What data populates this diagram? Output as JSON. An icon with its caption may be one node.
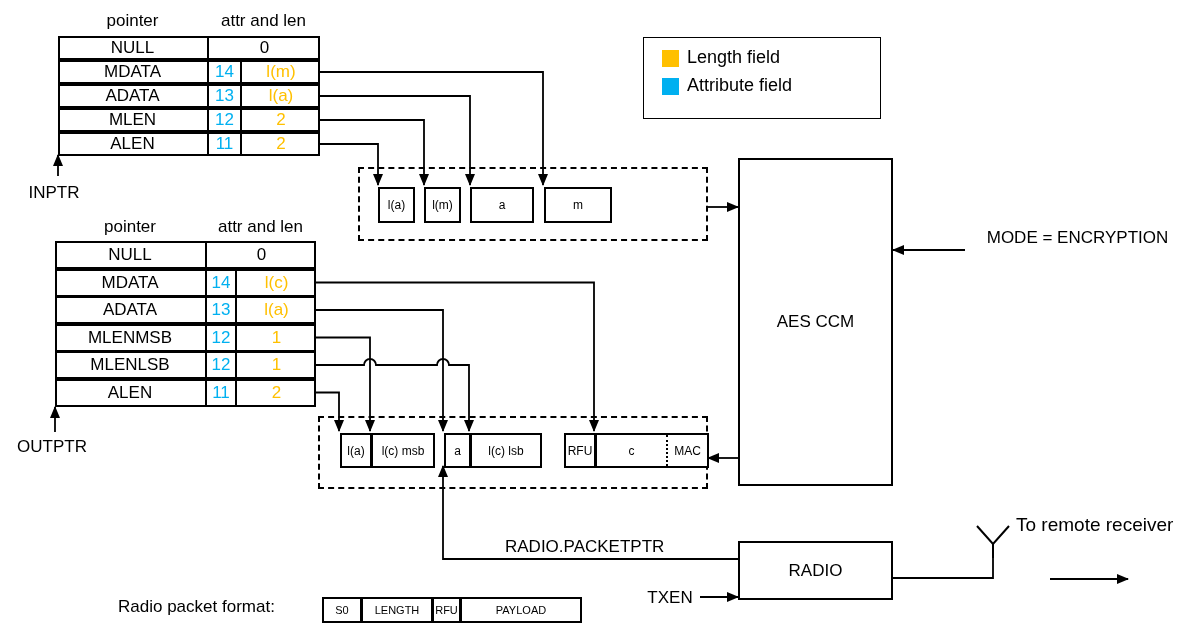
{
  "diagram": {
    "nodes": [
      {
        "text": [
          "pointer",
          "attr and len"
        ]
      },
      {
        "text": [
          "NULL",
          "0"
        ],
        "in": 0
      },
      {
        "text": [
          "MDATA",
          "14",
          "l(m)"
        ],
        "in": 0
      },
      {
        "text": [
          "ADATA",
          "13",
          "l(a)"
        ],
        "in": 0
      },
      {
        "text": [
          "MLEN",
          "12",
          "2"
        ],
        "in": 0
      },
      {
        "text": [
          "ALEN",
          "11",
          "2"
        ],
        "in": 0
      },
      {
        "text": [
          "INPTR"
        ]
      },
      {
        "text": [],
        "shape": "box"
      },
      {
        "text": [
          "l(a)"
        ],
        "in": 7
      },
      {
        "text": [
          "l(m)"
        ],
        "in": 7
      },
      {
        "text": [
          "a"
        ],
        "in": 7
      },
      {
        "text": [
          "m"
        ],
        "in": 7
      },
      {
        "text": [
          "pointer",
          "attr and len"
        ]
      },
      {
        "text": [
          "NULL",
          "0"
        ],
        "in": 12
      },
      {
        "text": [
          "MDATA",
          "14",
          "l(c)"
        ],
        "in": 12
      },
      {
        "text": [
          "ADATA",
          "13",
          "l(a)"
        ],
        "in": 12
      },
      {
        "text": [
          "MLENMSB",
          "12",
          "1"
        ],
        "in": 12
      },
      {
        "text": [
          "MLENLSB",
          "12",
          "1"
        ],
        "in": 12
      },
      {
        "text": [
          "ALEN",
          "11",
          "2"
        ],
        "in": 12
      },
      {
        "text": [
          "OUTPTR"
        ]
      },
      {
        "text": [],
        "shape": "box"
      },
      {
        "text": [
          "l(a)"
        ],
        "in": 20
      },
      {
        "text": [
          "l(c) msb"
        ],
        "in": 20
      },
      {
        "text": [
          "a"
        ],
        "in": 20
      },
      {
        "text": [
          "l(c) lsb"
        ],
        "in": 20
      },
      {
        "text": [
          "RFU"
        ],
        "in": 20
      },
      {
        "text": [
          "c",
          "MAC"
        ],
        "in": 20
      },
      {
        "text": [
          "AES CCM"
        ]
      },
      {
        "text": [
          "MODE = ENCRYPTION"
        ]
      },
      {
        "text": [
          "RADIO"
        ]
      },
      {
        "text": [
          "TXEN"
        ]
      },
      {
        "text": [],
        "shape": "antenna",
        "beside": [
          "To remote receiver"
        ]
      },
      {
        "text": [
          "S0"
        ]
      },
      {
        "text": [
          "LENGTH"
        ]
      },
      {
        "text": [
          "RFU"
        ]
      },
      {
        "text": [
          "PAYLOAD"
        ]
      }
    ],
    "edges": [
      {
        "from": 2,
        "to": 11,
        "arrow": "to"
      },
      {
        "from": 3,
        "to": 10,
        "arrow": "to"
      },
      {
        "from": 4,
        "to": 9,
        "arrow": "to"
      },
      {
        "from": 5,
        "to": 8,
        "arrow": "to"
      },
      {
        "from": 6,
        "to": 0,
        "arrow": "to"
      },
      {
        "from": 7,
        "to": 27,
        "arrow": "to"
      },
      {
        "from": 28,
        "to": 27,
        "arrow": "to"
      },
      {
        "from": 27,
        "to": 20,
        "arrow": "to"
      },
      {
        "from": 14,
        "to": 26,
        "arrow": "to"
      },
      {
        "from": 15,
        "to": 23,
        "arrow": "to"
      },
      {
        "from": 16,
        "to": 22,
        "arrow": "to"
      },
      {
        "from": 17,
        "to": 24,
        "arrow": "to"
      },
      {
        "from": 18,
        "to": 21,
        "arrow": "to"
      },
      {
        "from": 19,
        "to": 12,
        "arrow": "to"
      },
      {
        "from": 29,
        "to": 23,
        "arrow": "to",
        "label": "RADIO.PACKETPTR"
      },
      {
        "from": 30,
        "to": 29,
        "arrow": "to"
      },
      {
        "from": 29,
        "to": 31,
        "arrow": "none"
      }
    ],
    "labels": [
      "Radio packet format:"
    ],
    "legend": [
      {
        "text": "Length field",
        "color": "#ffc000"
      },
      {
        "text": "Attribute field",
        "color": "#00b0f0"
      }
    ]
  }
}
